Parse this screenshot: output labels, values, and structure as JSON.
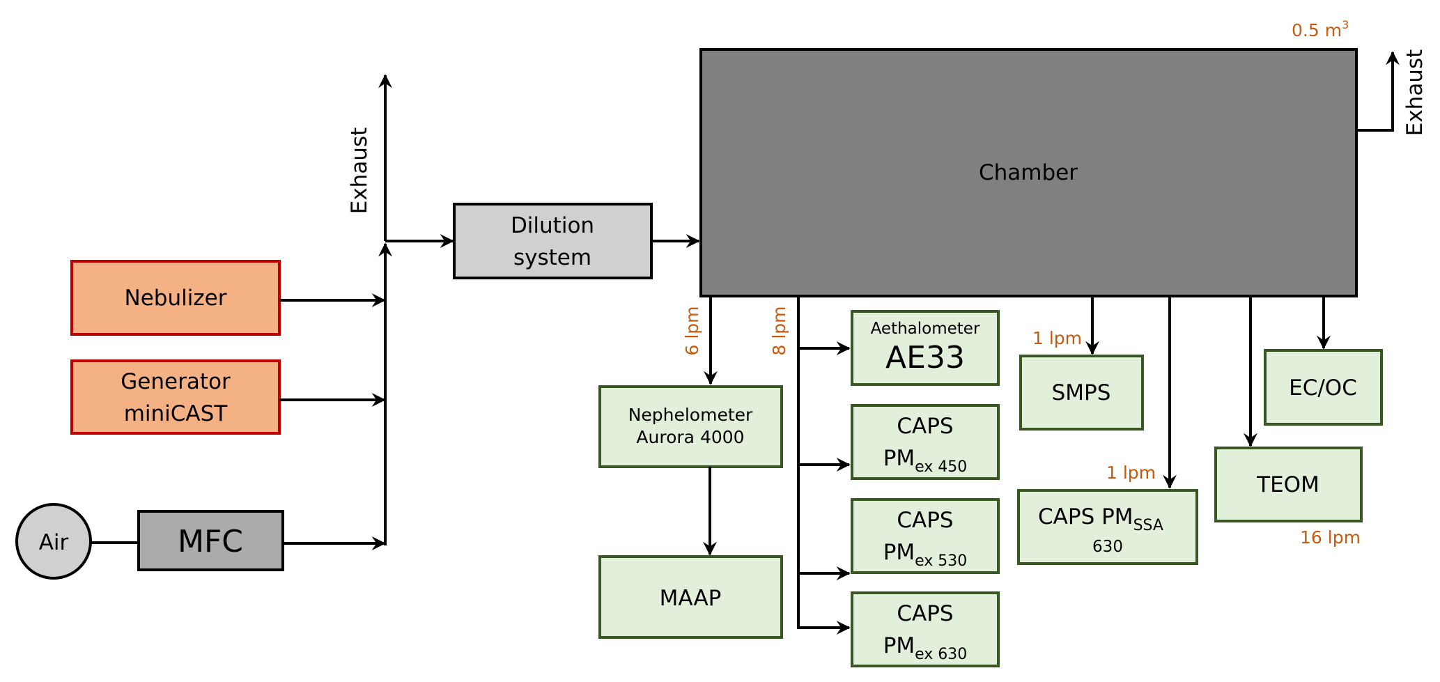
{
  "diagram": {
    "title": "Aerosol chamber experimental setup",
    "colors": {
      "source_fill": "#F4B183",
      "source_border": "#C00000",
      "instrument_fill": "#E2EFDA",
      "instrument_border": "#385723",
      "chamber_fill": "#808080",
      "dilution_fill": "#D0D0D0",
      "mfc_fill": "#ABABAB",
      "flow_label": "#C55A11"
    },
    "sources": {
      "nebulizer": "Nebulizer",
      "generator_line1": "Generator",
      "generator_line2": "miniCAST",
      "air": "Air",
      "mfc": "MFC"
    },
    "exhaust_left": "Exhaust",
    "dilution": {
      "line1": "Dilution",
      "line2": "system"
    },
    "chamber": {
      "label": "Chamber",
      "volume": "0.5 m",
      "volume_sup": "3"
    },
    "exhaust_right": "Exhaust",
    "flows": {
      "neph": "6 lpm",
      "caps_branch": "8 lpm",
      "smps": "1 lpm",
      "caps_ssa": "1 lpm",
      "teom": "16 lpm"
    },
    "instruments": {
      "nephelometer": {
        "line1": "Nephelometer",
        "line2": "Aurora 4000"
      },
      "maap": "MAAP",
      "aethalometer": {
        "line1": "Aethalometer",
        "line2": "AE33"
      },
      "caps450": {
        "line1": "CAPS",
        "main": "PM",
        "sub": "ex 450"
      },
      "caps530": {
        "line1": "CAPS",
        "main": "PM",
        "sub": "ex 530"
      },
      "caps630": {
        "line1": "CAPS",
        "main": "PM",
        "sub": "ex 630"
      },
      "smps": "SMPS",
      "caps_ssa": {
        "main": "CAPS PM",
        "sub": "SSA",
        "line2": "630"
      },
      "teom": "TEOM",
      "ecoc": "EC/OC"
    }
  }
}
